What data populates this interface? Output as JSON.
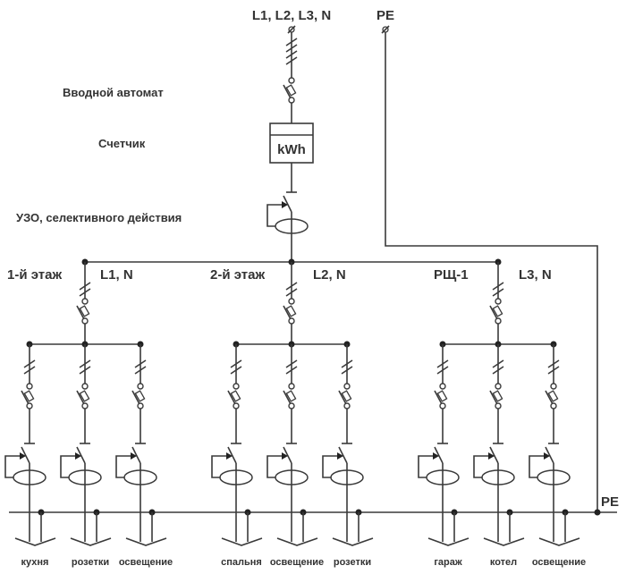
{
  "top": {
    "supply_label": "L1, L2, L3, N",
    "pe_label": "PE",
    "main_breaker_label": "Вводной автомат",
    "meter_label": "Счетчик",
    "meter_unit": "kWh",
    "rcd_label": "УЗО, селективного действия"
  },
  "pe_bus_label": "PE",
  "groups": [
    {
      "name": "1-й этаж",
      "phase": "L1, N",
      "circuits": [
        "кухня",
        "розетки",
        "освещение"
      ]
    },
    {
      "name": "2-й этаж",
      "phase": "L2, N",
      "circuits": [
        "спальня",
        "освещение",
        "розетки"
      ]
    },
    {
      "name": "РЩ-1",
      "phase": "L3, N",
      "circuits": [
        "гараж",
        "котел",
        "освещение"
      ]
    }
  ]
}
